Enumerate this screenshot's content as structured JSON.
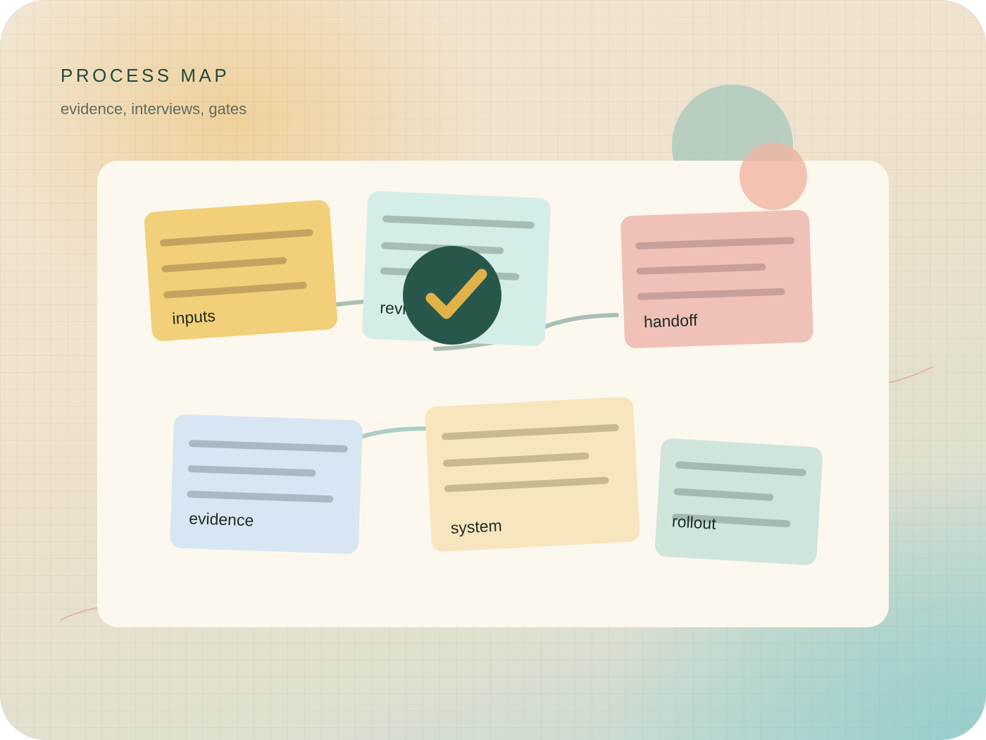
{
  "header": {
    "title": "PROCESS MAP",
    "subtitle": "evidence, interviews, gates"
  },
  "nodes": [
    {
      "id": "inputs",
      "label": "inputs",
      "color": "#f2cf79",
      "line_color": "#c4a35f"
    },
    {
      "id": "review",
      "label": "review",
      "color": "#d5ede8",
      "line_color": "#a8bcb6",
      "status": "approved"
    },
    {
      "id": "handoff",
      "label": "handoff",
      "color": "#f0c1b8",
      "line_color": "#c89f9a"
    },
    {
      "id": "evidence",
      "label": "evidence",
      "color": "#d8e6f3",
      "line_color": "#a9b9c3"
    },
    {
      "id": "system",
      "label": "system",
      "color": "#f7e5bd",
      "line_color": "#c9b98e"
    },
    {
      "id": "rollout",
      "label": "rollout",
      "color": "#cfe5db",
      "line_color": "#a5b9ae"
    }
  ],
  "connections": [
    {
      "from": "inputs",
      "to": "review"
    },
    {
      "from": "review",
      "to": "handoff"
    },
    {
      "from": "evidence",
      "to": "system"
    }
  ],
  "status_icon": {
    "name": "check-icon",
    "badge_color": "#27574b",
    "mark_color": "#e2b24a"
  },
  "colors": {
    "title": "#1f4a3e",
    "subtitle": "#5d6b63",
    "panel": "#fcf8ee"
  }
}
